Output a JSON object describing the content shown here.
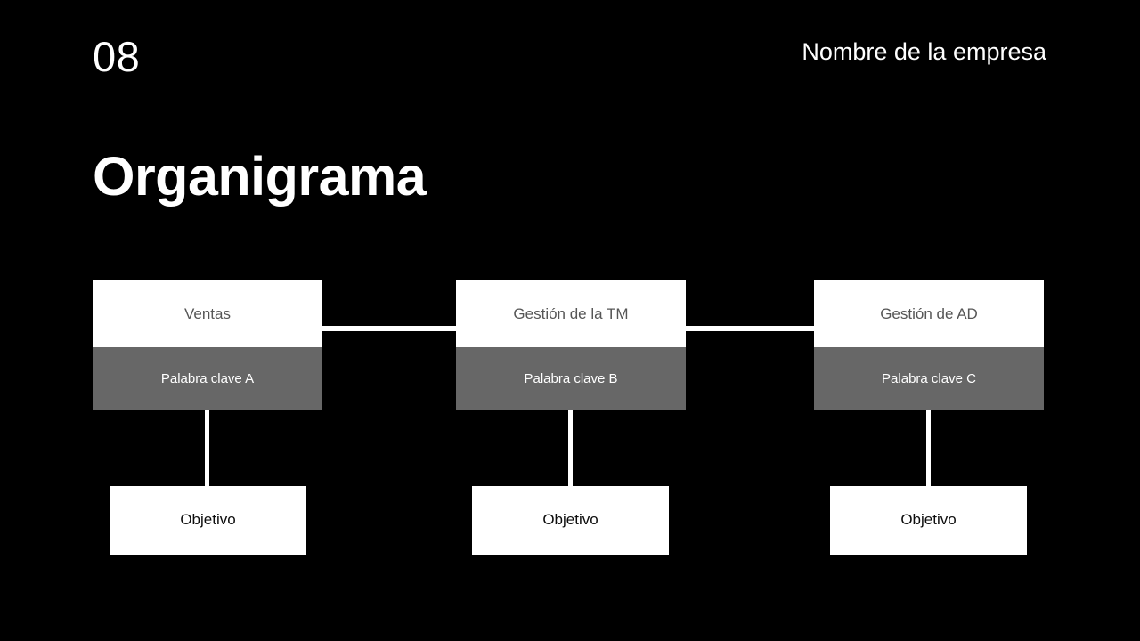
{
  "slide": {
    "number": "08",
    "company": "Nombre de la empresa",
    "title": "Organigrama",
    "background_color": "#000000",
    "accent_white": "#ffffff",
    "accent_gray": "#676767"
  },
  "org_chart": {
    "branches": [
      {
        "head": "Ventas",
        "keyword": "Palabra clave A",
        "goal": "Objetivo"
      },
      {
        "head": "Gestión de la TM",
        "keyword": "Palabra clave B",
        "goal": "Objetivo"
      },
      {
        "head": "Gestión de AD",
        "keyword": "Palabra clave C",
        "goal": "Objetivo"
      }
    ]
  }
}
